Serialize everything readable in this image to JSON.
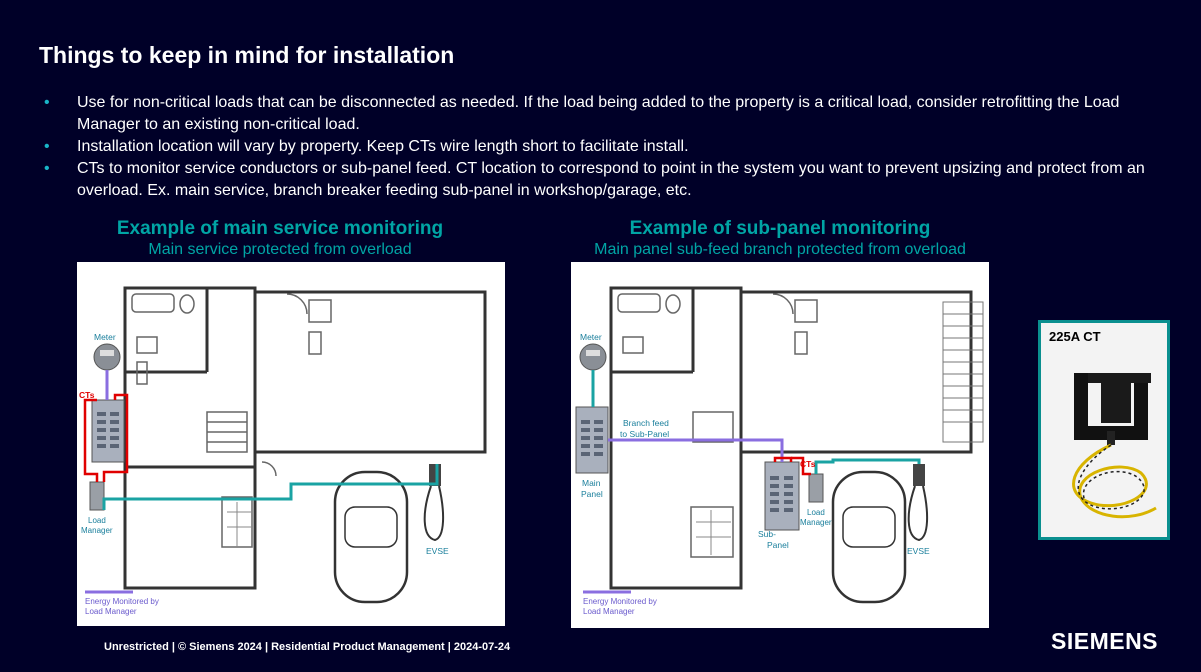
{
  "title": "Things to keep in mind for installation",
  "bullets": [
    "Use for non-critical loads that can be disconnected as needed. If the load being added to the property is a critical load, consider retrofitting the Load Manager to an existing non-critical load.",
    "Installation location will vary by property. Keep CTs wire length short to facilitate install.",
    "CTs to monitor service conductors or sub-panel feed. CT location to correspond to point in the system you want to prevent upsizing and protect from an overload. Ex. main service, branch breaker feeding sub-panel in workshop/garage, etc."
  ],
  "left_example": {
    "heading": "Example of main service monitoring",
    "subheading": "Main service protected from overload",
    "labels": {
      "meter": "Meter",
      "cts": "CTs",
      "load_manager_1": "Load",
      "load_manager_2": "Manager",
      "evse": "EVSE",
      "legend_1": "Energy Monitored by",
      "legend_2": "Load Manager"
    }
  },
  "right_example": {
    "heading": "Example of sub-panel monitoring",
    "subheading": "Main panel sub-feed branch protected from overload",
    "labels": {
      "meter": "Meter",
      "branch_1": "Branch feed",
      "branch_2": "to Sub-Panel",
      "main_panel_1": "Main",
      "main_panel_2": "Panel",
      "cts": "CTs",
      "load_manager_1": "Load",
      "load_manager_2": "Manager",
      "sub_panel_1": "Sub-",
      "sub_panel_2": "Panel",
      "evse": "EVSE",
      "legend_1": "Energy Monitored by",
      "legend_2": "Load Manager"
    }
  },
  "ct_photo": {
    "label": "225A CT"
  },
  "footer": "Unrestricted | © Siemens 2024 | Residential Product Management | 2024-07-24",
  "logo": "SIEMENS",
  "colors": {
    "teal": "#00a5a5",
    "purple": "#8a6ee0",
    "red": "#e00000",
    "background": "#000028"
  }
}
